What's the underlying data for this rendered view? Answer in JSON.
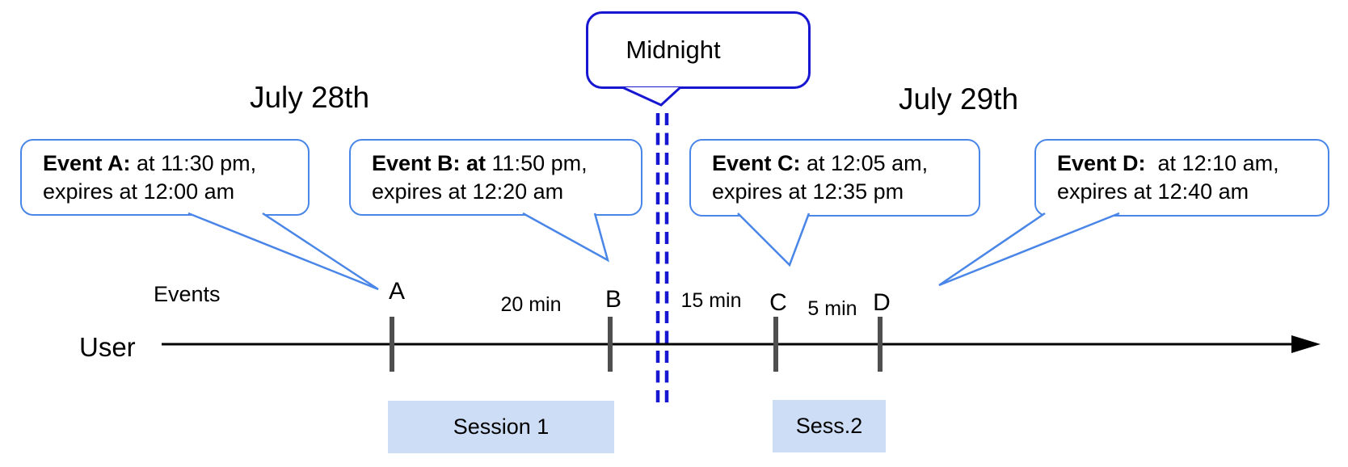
{
  "diagram": {
    "dates": {
      "left": "July 28th",
      "right": "July 29th"
    },
    "midnight_label": "Midnight",
    "events": [
      {
        "letter": "A",
        "bold": "Event A:",
        "time": " at 11:30 pm,",
        "line2": "expires at 12:00 am"
      },
      {
        "letter": "B",
        "bold": "Event B: at",
        "time": " 11:50 pm,",
        "line2": "expires at 12:20 am"
      },
      {
        "letter": "C",
        "bold": "Event C:",
        "time": " at 12:05 am,",
        "line2": "expires at 12:35 pm"
      },
      {
        "letter": "D",
        "bold": "Event D:",
        "time": "  at 12:10 am,",
        "line2": "expires at 12:40 am"
      }
    ],
    "timeline": {
      "events_axis_label": "Events",
      "user_label": "User",
      "tick_labels": [
        "A",
        "B",
        "C",
        "D"
      ],
      "interval_labels": [
        "20 min",
        "15 min",
        "5 min"
      ]
    },
    "sessions": [
      {
        "label": "Session 1"
      },
      {
        "label": "Sess.2"
      }
    ]
  },
  "colors": {
    "bubble_border": "#4a86e8",
    "midnight_blue": "#1717d2",
    "session_fill": "#cdddf6",
    "tick_gray": "#4f4f4f"
  }
}
